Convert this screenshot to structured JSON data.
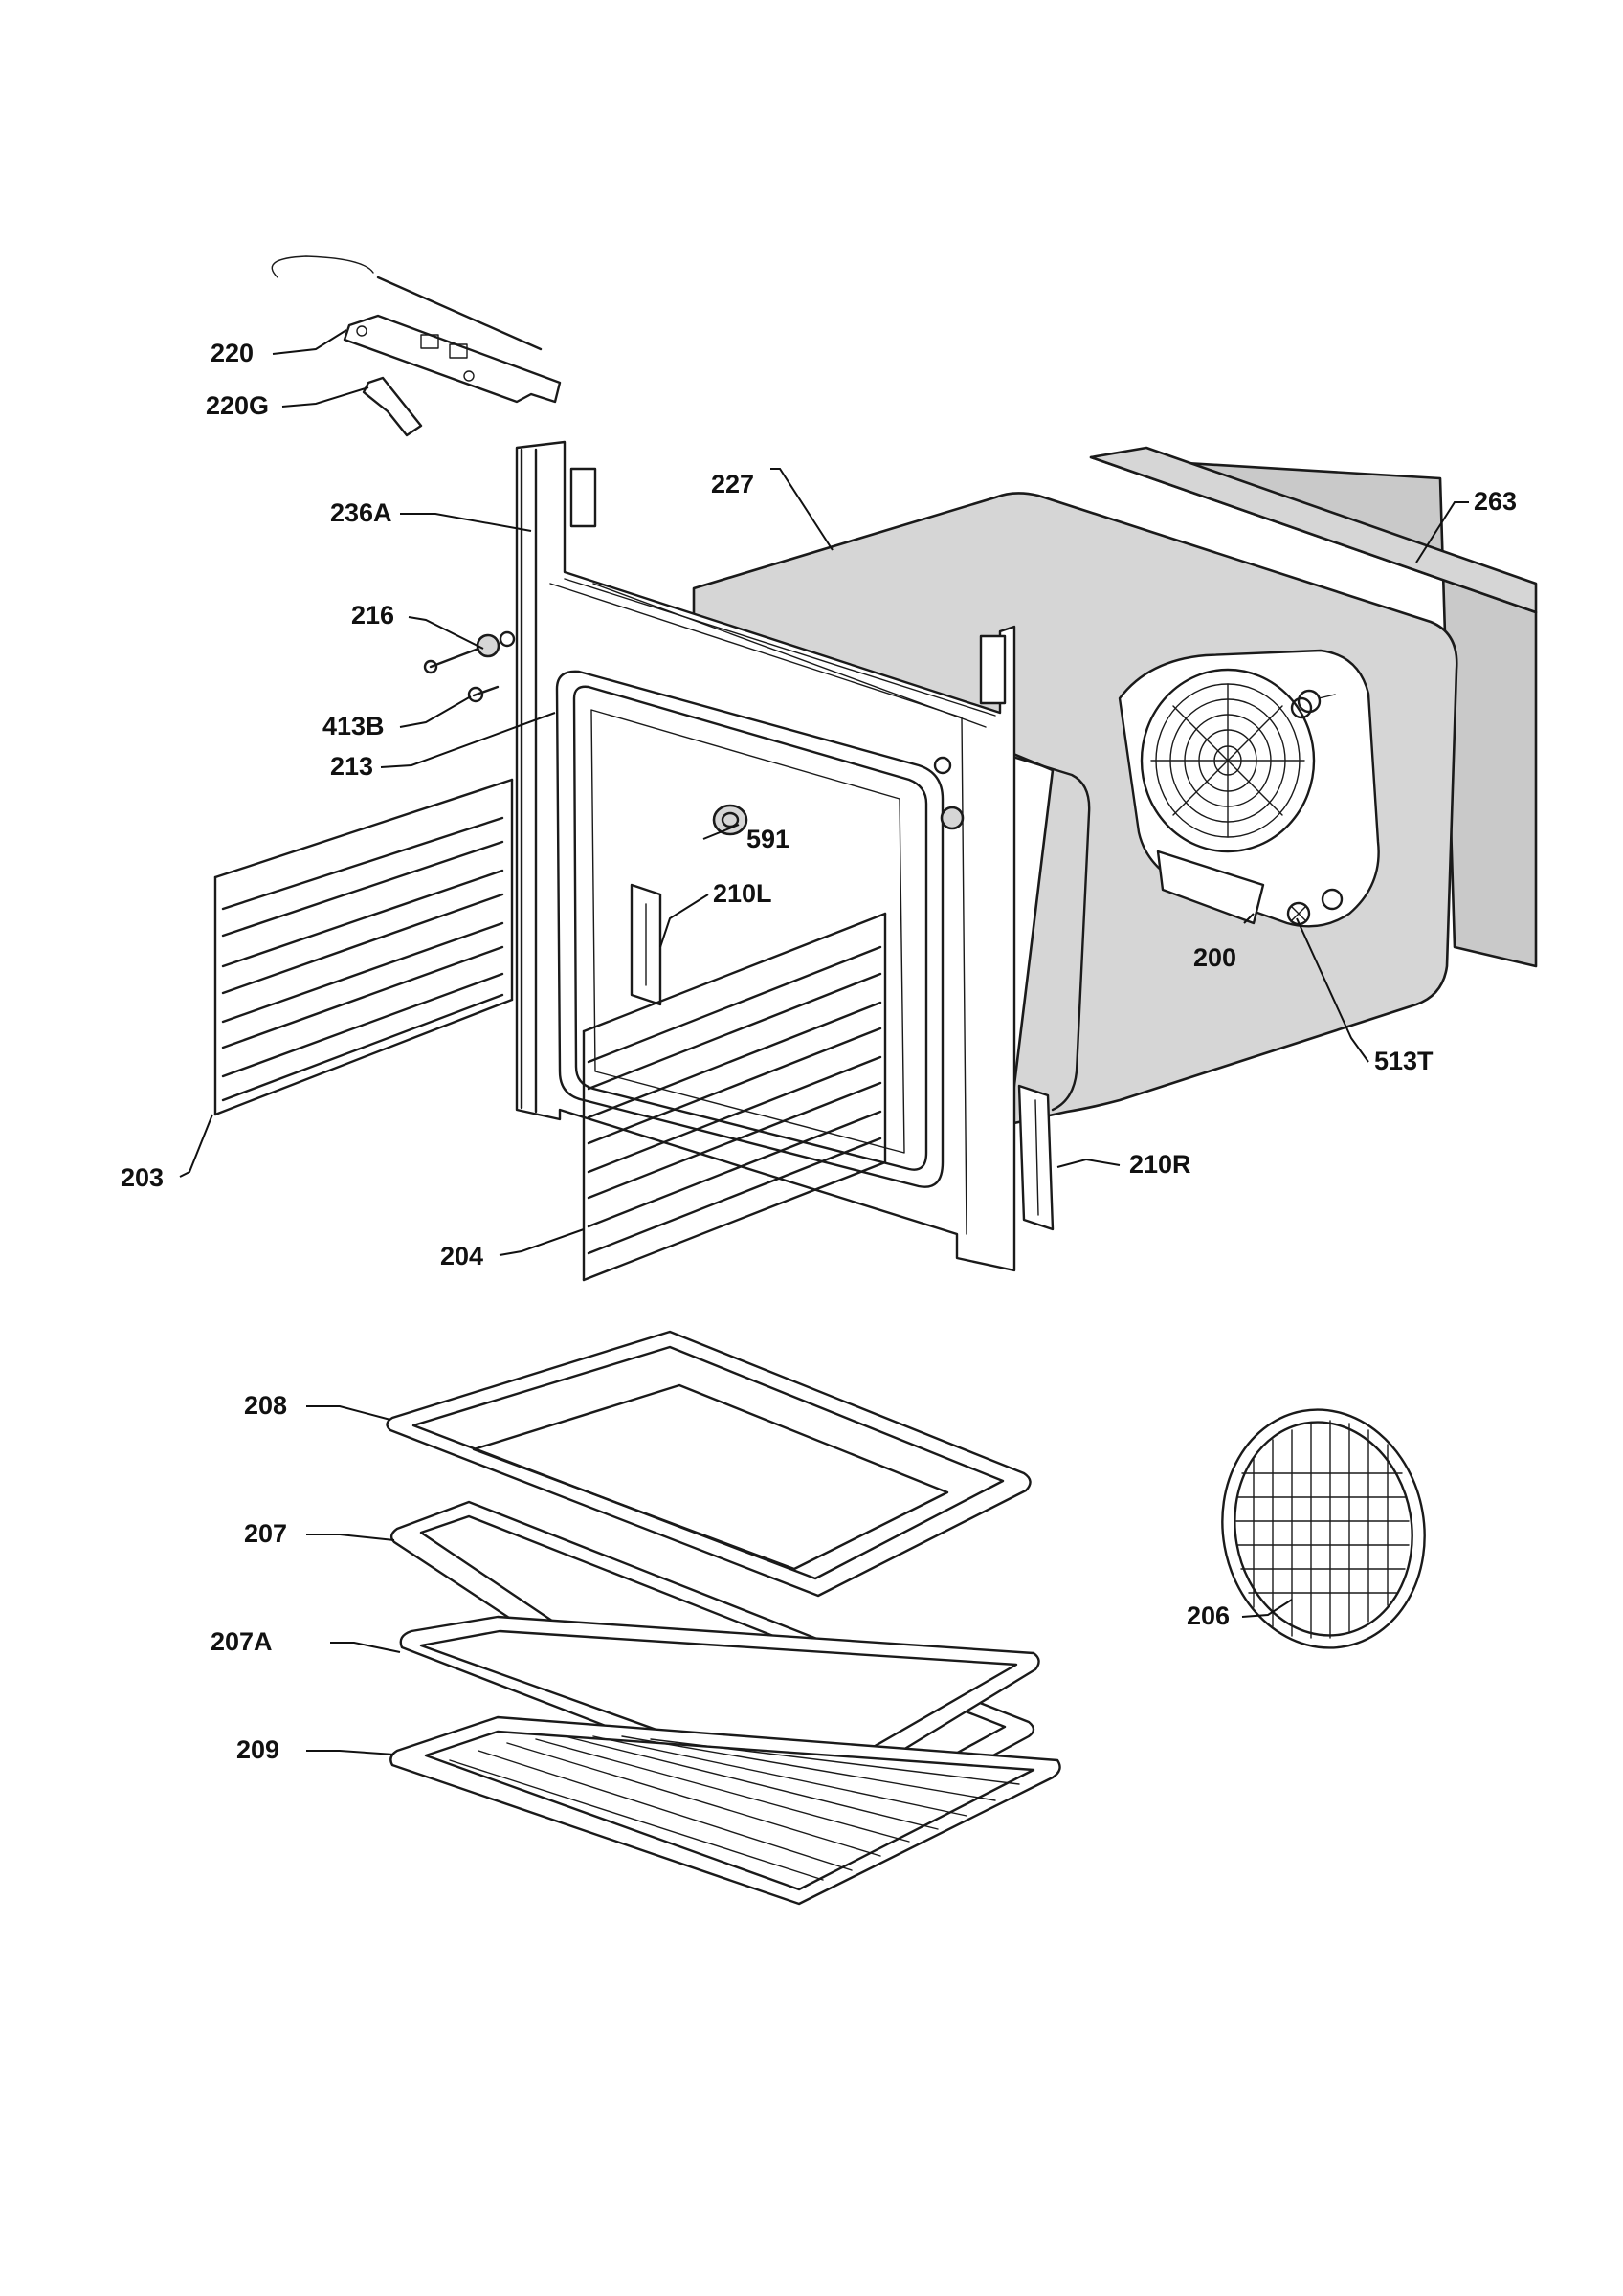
{
  "labels": {
    "p200": "200",
    "p203": "203",
    "p204": "204",
    "p206": "206",
    "p207": "207",
    "p207A": "207A",
    "p208": "208",
    "p209": "209",
    "p210L": "210L",
    "p210R": "210R",
    "p213": "213",
    "p216": "216",
    "p220": "220",
    "p220G": "220G",
    "p227": "227",
    "p236A": "236A",
    "p263": "263",
    "p413B": "413B",
    "p513T": "513T",
    "p591": "591"
  }
}
